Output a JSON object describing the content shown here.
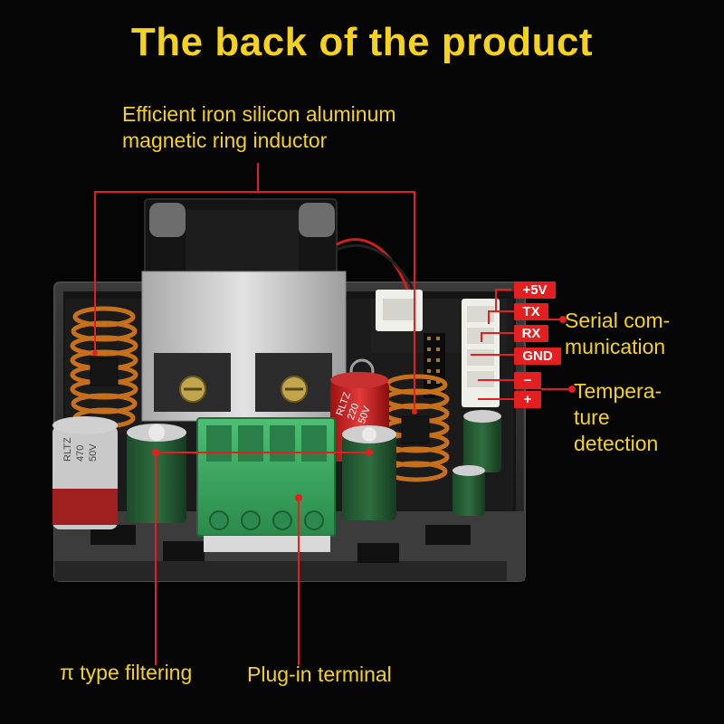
{
  "title": "The back of the product",
  "labels": {
    "inductor": [
      "Efficient iron silicon aluminum",
      "magnetic ring inductor"
    ],
    "serial": [
      "Serial com-",
      "munication"
    ],
    "temperature": [
      "Tempera-",
      "ture",
      "detection"
    ],
    "pi_filter": "π type filtering",
    "terminal": "Plug-in terminal"
  },
  "pins": [
    "+5V",
    "TX",
    "RX",
    "GND",
    "−",
    "+"
  ],
  "capacitor_markings": {
    "left": [
      "RLTZ",
      "470",
      "50V"
    ],
    "top": [
      "RLTZ",
      "220",
      "50V"
    ]
  },
  "colors": {
    "accent_yellow": "#f5d21e",
    "pin_red": "#e41f1f",
    "leader_red": "#e41f1f",
    "terminal_green": "#39a860",
    "heatsink": "#c9c9c9",
    "copper": "#c7701c"
  }
}
